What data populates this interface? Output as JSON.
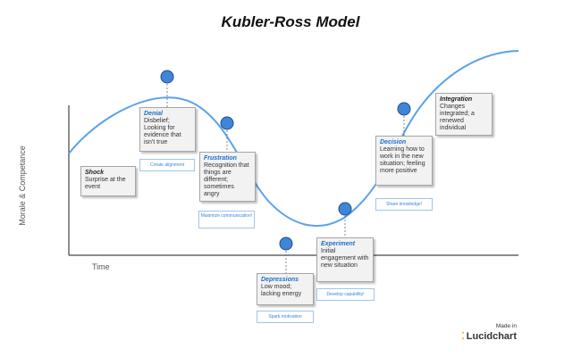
{
  "title": "Kubler-Ross Model",
  "axis": {
    "y_label": "Morale & Competance",
    "x_label": "Time"
  },
  "stages": [
    {
      "name": "Shock",
      "text": "Surprise at the event"
    },
    {
      "name": "Denial",
      "text": "Disbelief; Looking for evidence that isn't true",
      "action": "Create alignment"
    },
    {
      "name": "Frustration",
      "text": "Recognition that things are different; sometimes angry",
      "action": "Maximize communication!"
    },
    {
      "name": "Depressions",
      "text": "Low mood; lacking energy",
      "action": "Spark motivation"
    },
    {
      "name": "Experiment",
      "text": "Initial engagement with new situation",
      "action": "Develop capability!"
    },
    {
      "name": "Decision",
      "text": "Learning how to work in the new situation; feeling more positive",
      "action": "Share knowledge!"
    },
    {
      "name": "Integration",
      "text": "Changes integrated; a renewed individual"
    }
  ],
  "colors": {
    "curve": "#5aa2e8",
    "node": "#3f86d8",
    "node_stroke": "#1d4f8c",
    "axis": "#444444"
  },
  "footer": {
    "made_in": "Made in",
    "brand": "Lucidchart"
  }
}
